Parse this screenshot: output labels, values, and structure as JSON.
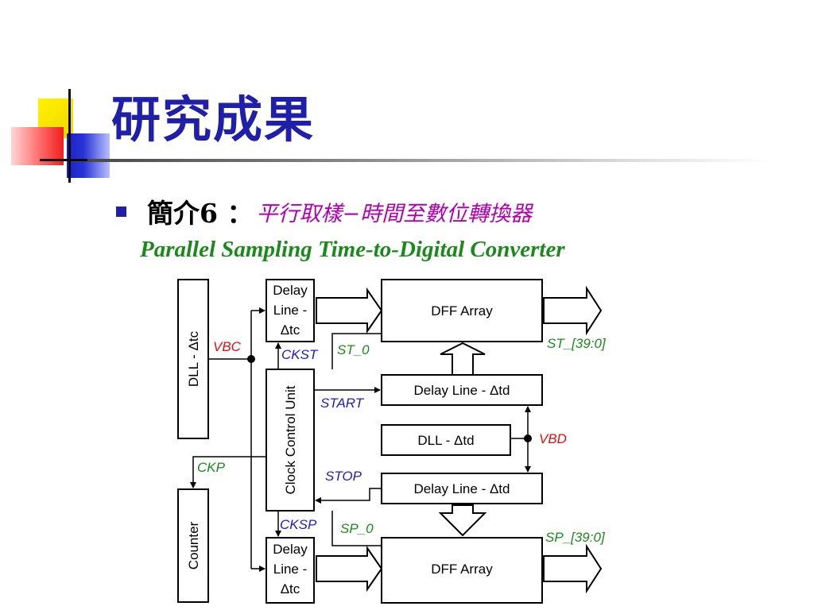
{
  "header": {
    "title": "研究成果"
  },
  "content": {
    "topic": "簡介6 ：",
    "topic_sub": "平行取樣−時間至數位轉換器",
    "subtitle": "Parallel Sampling Time-to-Digital Converter"
  },
  "diagram": {
    "dll_left": "DLL - Δtc",
    "counter": "Counter",
    "clock_unit": "Clock Control Unit",
    "delay_c_line1": "Delay",
    "delay_c_line2": "Line -",
    "delay_c_line3": "Δtc",
    "dff_array": "DFF Array",
    "delay_line_d": "Delay Line - Δtd",
    "dll_d": "DLL - Δtd",
    "v_bc": "VBC",
    "v_bd": "VBD",
    "ckst": "CKST",
    "cksp": "CKSP",
    "ckp": "CKP",
    "st_0": "ST_0",
    "sp_0": "SP_0",
    "start": "START",
    "stop": "STOP",
    "st_bus": "ST_[39:0]",
    "sp_bus": "SP_[39:0]"
  },
  "colors": {
    "title": "#1f1faa",
    "topic_sub": "#b000b0",
    "subtitle": "#1a8a1a",
    "signal_blue": "#1b1bd6",
    "signal_green": "#1a8a1a",
    "signal_red": "#e01010"
  }
}
